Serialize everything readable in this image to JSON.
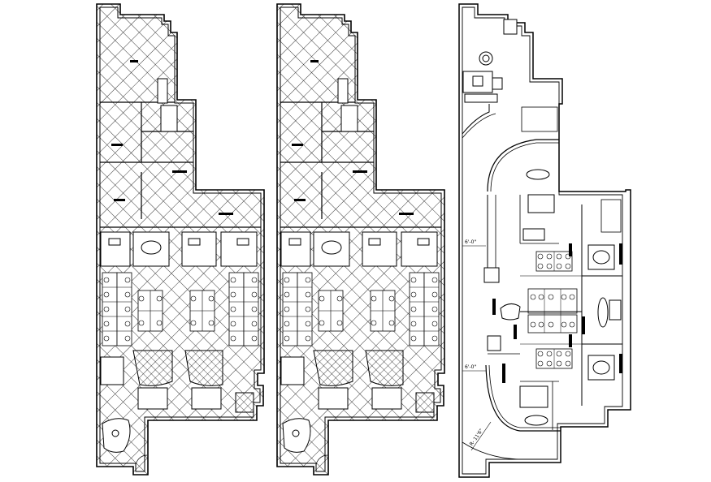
{
  "drawing": {
    "colors": {
      "line": "#000000",
      "background": "#ffffff",
      "hatch": "#222222"
    },
    "plans": [
      {
        "name": "flooring-plan-a",
        "style": "hatched"
      },
      {
        "name": "flooring-plan-b",
        "style": "hatched"
      },
      {
        "name": "furniture-layout-plan",
        "style": "furniture"
      }
    ],
    "dimension_labels": {
      "corridor_top": "6'-0\"",
      "corridor_bottom": "6'-0\"",
      "curve_radius": "R- 11'6\""
    }
  }
}
